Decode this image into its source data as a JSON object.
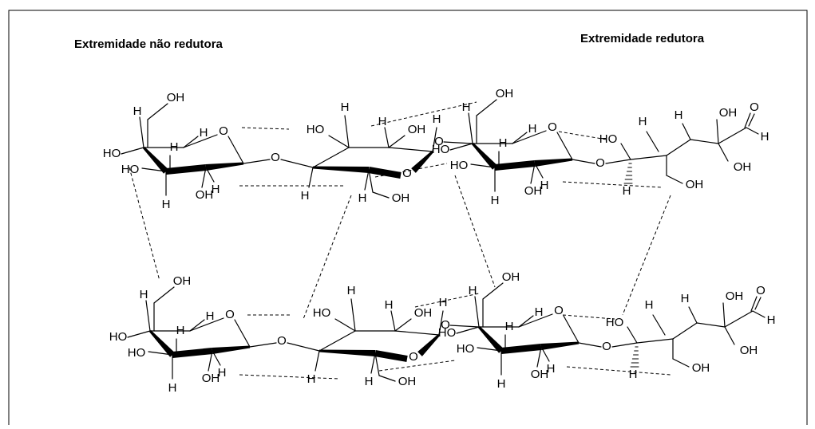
{
  "labels": {
    "non_reducing_end": "Extremidade não redutora",
    "reducing_end": "Extremidade redutora"
  },
  "atoms": {
    "H": "H",
    "OH": "OH",
    "HO": "HO",
    "O": "O"
  },
  "colors": {
    "ink": "#000000",
    "frame": "#000000",
    "background": "#ffffff"
  }
}
